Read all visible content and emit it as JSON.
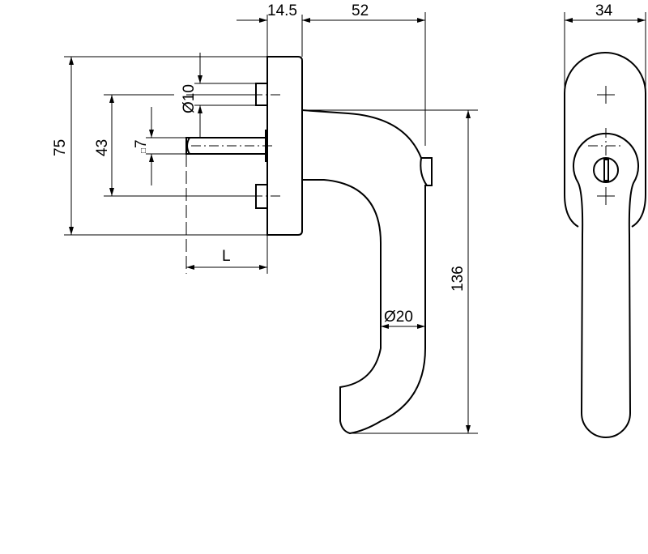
{
  "drawing": {
    "dimensions": {
      "rose_depth": "14.5",
      "handle_projection": "52",
      "rose_width": "34",
      "rose_height": "75",
      "screw_spacing": "43",
      "spindle_square": "7",
      "spindle_square_prefix": "□",
      "screw_diameter": "Ø10",
      "spindle_length": "L",
      "handle_length": "136",
      "grip_diameter": "Ø20"
    }
  }
}
